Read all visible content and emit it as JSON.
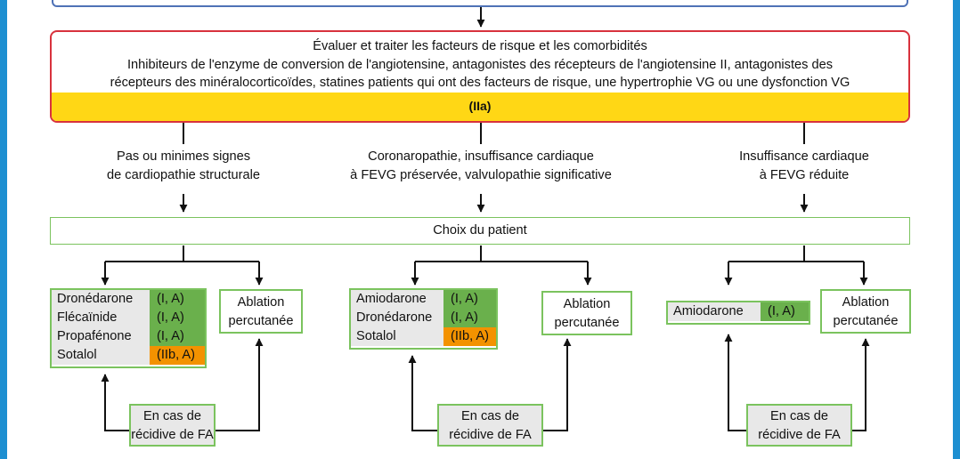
{
  "risk_box": {
    "line1": "Évaluer et traiter les facteurs de risque et les comorbidités",
    "line2": "Inhibiteurs de l'enzyme de conversion de l'angiotensine, antagonistes des récepteurs de l'angiotensine II, antagonistes des",
    "line3": "récepteurs des minéralocorticoïdes, statines patients qui ont des facteurs de risque, une hypertrophie VG ou une dysfonction VG",
    "class": "(IIa)"
  },
  "categories": [
    {
      "line1": "Pas ou minimes signes",
      "line2": "de cardiopathie structurale"
    },
    {
      "line1": "Coronaropathie, insuffisance cardiaque",
      "line2": "à FEVG préservée, valvulopathie significative"
    },
    {
      "line1": "Insuffisance cardiaque",
      "line2": "à FEVG réduite"
    }
  ],
  "choice": "Choix du patient",
  "drug_lists": [
    [
      {
        "name": "Dronédarone",
        "cls": "(I, A)",
        "tone": "green"
      },
      {
        "name": "Flécaïnide",
        "cls": "(I, A)",
        "tone": "green"
      },
      {
        "name": "Propafénone",
        "cls": "(I, A)",
        "tone": "green"
      },
      {
        "name": "Sotalol",
        "cls": "(IIb, A)",
        "tone": "orange"
      }
    ],
    [
      {
        "name": "Amiodarone",
        "cls": "(I, A)",
        "tone": "green"
      },
      {
        "name": "Dronédarone",
        "cls": "(I, A)",
        "tone": "green"
      },
      {
        "name": "Sotalol",
        "cls": "(IIb, A)",
        "tone": "orange"
      }
    ],
    [
      {
        "name": "Amiodarone",
        "cls": "(I, A)",
        "tone": "green"
      }
    ]
  ],
  "ablation": {
    "line1": "Ablation",
    "line2": "percutanée"
  },
  "recidive": {
    "line1": "En cas de",
    "line2": "récidive de FA"
  },
  "colors": {
    "red": "#d8323d",
    "yellow": "#ffd715",
    "green": "#6ab04c",
    "orange": "#f39200",
    "border_green": "#7bc35e",
    "blue": "#4f72b6"
  }
}
